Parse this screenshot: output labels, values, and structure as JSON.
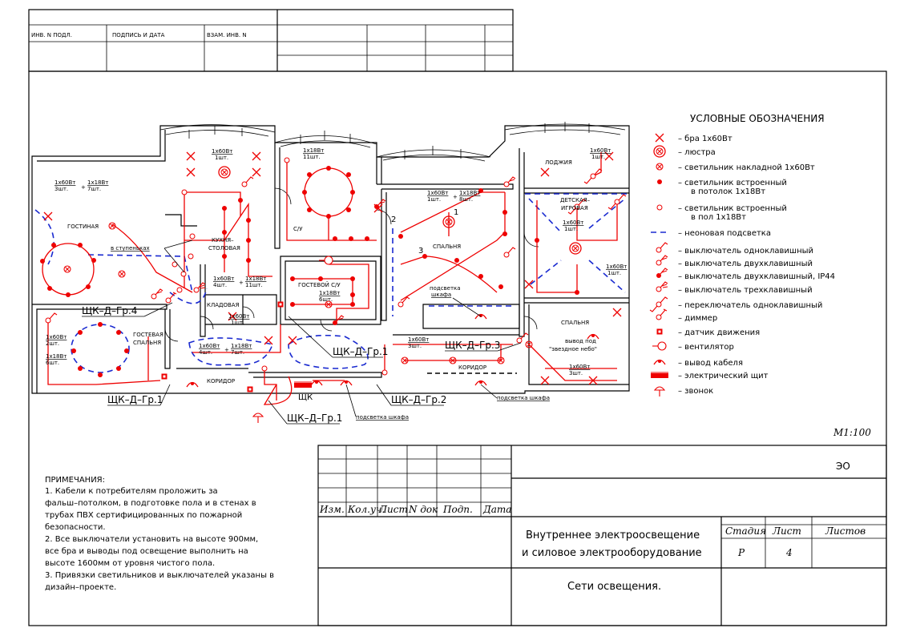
{
  "stamp": {
    "inv_podl": "ИНВ. N ПОДЛ.",
    "podpis": "ПОДПИСЬ И ДАТА",
    "vzam": "ВЗАМ. ИНВ. N"
  },
  "legend": {
    "title": "УСЛОВНЫЕ ОБОЗНАЧЕНИЯ",
    "items": [
      {
        "icon": "sconce-icon",
        "label": "– бра 1х60Вт"
      },
      {
        "icon": "chandelier-icon",
        "label": "– люстра"
      },
      {
        "icon": "surface-light-icon",
        "label": "– светильник накладной 1х60Вт"
      },
      {
        "icon": "ceiling-spot-icon",
        "label": "– светильник встроенный",
        "label2": "в потолок 1х18Вт"
      },
      {
        "icon": "floor-spot-icon",
        "label": "– светильник встроенный",
        "label2": "в пол 1х18Вт"
      },
      {
        "icon": "neon-line-icon",
        "label": "– неоновая подсветка"
      },
      {
        "icon": "switch-1-icon",
        "label": "– выключатель одноклавишный"
      },
      {
        "icon": "switch-2-icon",
        "label": "– выключатель двухклавишный"
      },
      {
        "icon": "switch-2-ip44-icon",
        "label": "– выключатель двухклавишный, IP44"
      },
      {
        "icon": "switch-3-icon",
        "label": "– выключатель трехклавишный"
      },
      {
        "icon": "toggle-switch-icon",
        "label": "– переключатель одноклавишный"
      },
      {
        "icon": "dimmer-icon",
        "label": "– диммер"
      },
      {
        "icon": "motion-sensor-icon",
        "label": "– датчик движения"
      },
      {
        "icon": "fan-icon",
        "label": "– вентилятор"
      },
      {
        "icon": "cable-outlet-icon",
        "label": "– вывод кабеля"
      },
      {
        "icon": "panel-icon",
        "label": "– электрический щит"
      },
      {
        "icon": "bell-icon",
        "label": "– звонок"
      }
    ]
  },
  "rooms": {
    "gostinaya": "ГОСТИНАЯ",
    "kuhnya1": "КУХНЯ–",
    "kuhnya2": "СТОЛОВАЯ",
    "su": "С/У",
    "spalnya": "СПАЛЬНЯ",
    "lodzhia": "ЛОДЖИЯ",
    "detskaya1": "ДЕТСКАЯ–",
    "detskaya2": "ИГРОВАЯ",
    "gostevaya1": "ГОСТЕВАЯ",
    "gostevaya2": "СПАЛЬНЯ",
    "kladovaya": "КЛАДОВАЯ",
    "gostevoy_su": "ГОСТЕВОЙ С/У",
    "koridor_left": "КОРИДОР",
    "koridor_right": "КОРИДОР",
    "spalnya2": "СПАЛЬНЯ"
  },
  "labels": {
    "l_60_3": "1х60Вт",
    "l_60_3b": "3шт.",
    "l_18_7": "1х18Вт",
    "l_18_7b": "7шт.",
    "k_60_1": "1х60Вт",
    "k_60_1b": "1шт.",
    "su_18": "1х18Вт",
    "su_18b": "11шт.",
    "kit_60": "1х60Вт",
    "kit_60b": "4шт.",
    "kit_18": "1х18Вт",
    "kit_18b": "11шт.",
    "sp_60": "1х60Вт",
    "sp_60b": "1шт.",
    "sp_18": "1х18Вт",
    "sp_18b": "8шт.",
    "lod_60": "1х60Вт",
    "lod_60b": "1шт.",
    "det_60": "1х60Вт",
    "det_60b": "1шт.",
    "det2_60": "1х60Вт",
    "det2_60b": "1шт.",
    "gsu_18": "1х18Вт",
    "gsu_18b": "6шт.",
    "klad_60": "1х60Вт",
    "klad_60b": "1шт.",
    "kor_60": "1х60Вт",
    "kor_60b": "4шт.",
    "kor_18": "1х18Вт",
    "kor_18b": "7шт.",
    "gs_60": "1х60Вт",
    "gs_60b": "2шт.",
    "gs_18": "1х18Вт",
    "gs_18b": "6шт.",
    "kr_60": "1х60Вт",
    "kr_60b": "3шт.",
    "sp2_60": "1х60Вт",
    "sp2_60b": "3шт.",
    "stupen": "в ступеньках",
    "podsv_shkafa_1": "подсветка",
    "podsv_shkafa_2": "шкафа",
    "podsv_shkafa_bottom": "подсветка шкафа",
    "podsv_shkafa_right": "подсветка шкафа",
    "vyvod1": "вывод под",
    "vyvod2": "\"звездное небо\"",
    "num1": "1",
    "num2": "2",
    "num3": "3",
    "shk": "ЩК",
    "plus1": "+",
    "plus2": "+",
    "plus3": "+",
    "plus4": "+"
  },
  "groups": {
    "g4": "ЩК–Д–Гр.4",
    "g1_left": "ЩК–Д–Гр.1",
    "g1_mid": "ЩК–Д–Гр.1",
    "g1_bottom": "ЩК–Д–Гр.1",
    "g2": "ЩК–Д–Гр.2",
    "g3": "ЩК–Д–Гр.3"
  },
  "scale": "М1:100",
  "notes": {
    "title": "ПРИМЕЧАНИЯ:",
    "lines": [
      "1. Кабели к потребителям проложить за",
      "фальш–потолком, в подготовке пола и в стенах в",
      "трубах ПВХ сертифицированных по пожарной",
      "безопасности.",
      "2. Все выключатели установить на высоте 900мм,",
      "все бра и выводы под освещение выполнить на",
      "высоте 1600мм от уровня чистого пола.",
      "3. Привязки светильников и выключателей указаны в",
      "дизайн–проекте."
    ]
  },
  "title_block": {
    "code": "ЭО",
    "cols": [
      "Изм.",
      "Кол.уч.",
      "Лист",
      "N док",
      "Подп.",
      "Дата"
    ],
    "project1": "Внутреннее электроосвещение",
    "project2": "и силовое электрооборудование",
    "stage_h": "Стадия",
    "sheet_h": "Лист",
    "sheets_h": "Листов",
    "stage": "Р",
    "sheet": "4",
    "sheets": "",
    "drawing": "Сети освещения."
  }
}
